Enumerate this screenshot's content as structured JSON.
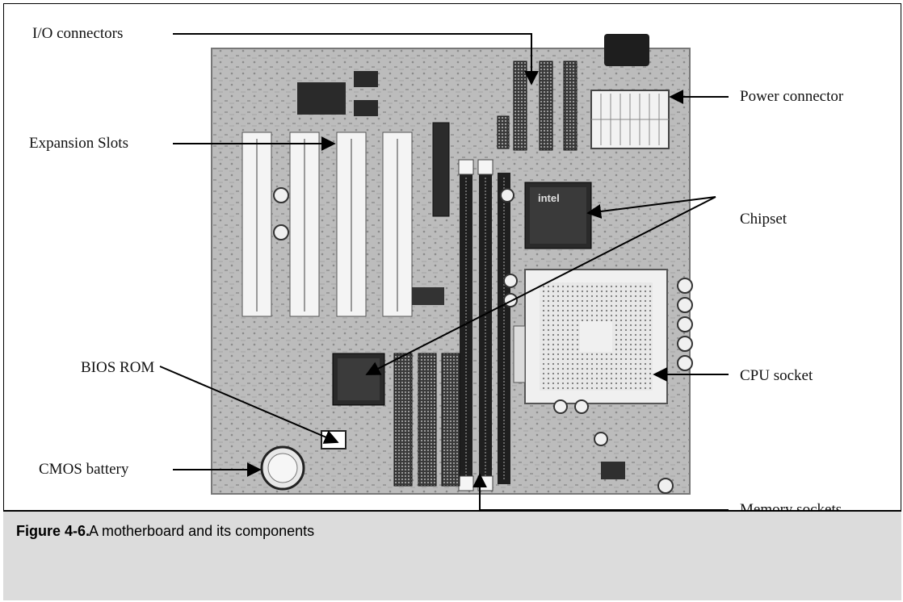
{
  "figure": {
    "labels": {
      "io_connectors": "I/O connectors",
      "expansion_slots": "Expansion Slots",
      "bios_rom": "BIOS ROM",
      "cmos_battery": "CMOS battery",
      "power_connector": "Power connector",
      "chipset": "Chipset",
      "cpu_socket": "CPU socket",
      "memory_sockets": "Memory sockets"
    },
    "chip_marking": "intel"
  },
  "caption": {
    "number": "Figure 4-6.",
    "text": "A motherboard and its components"
  },
  "colors": {
    "board": "#bdbdbd",
    "board_dark": "#6e6e6e",
    "slot": "#f4f4f4",
    "chip": "#2a2a2a",
    "caption_bg": "#dcdcdc"
  }
}
